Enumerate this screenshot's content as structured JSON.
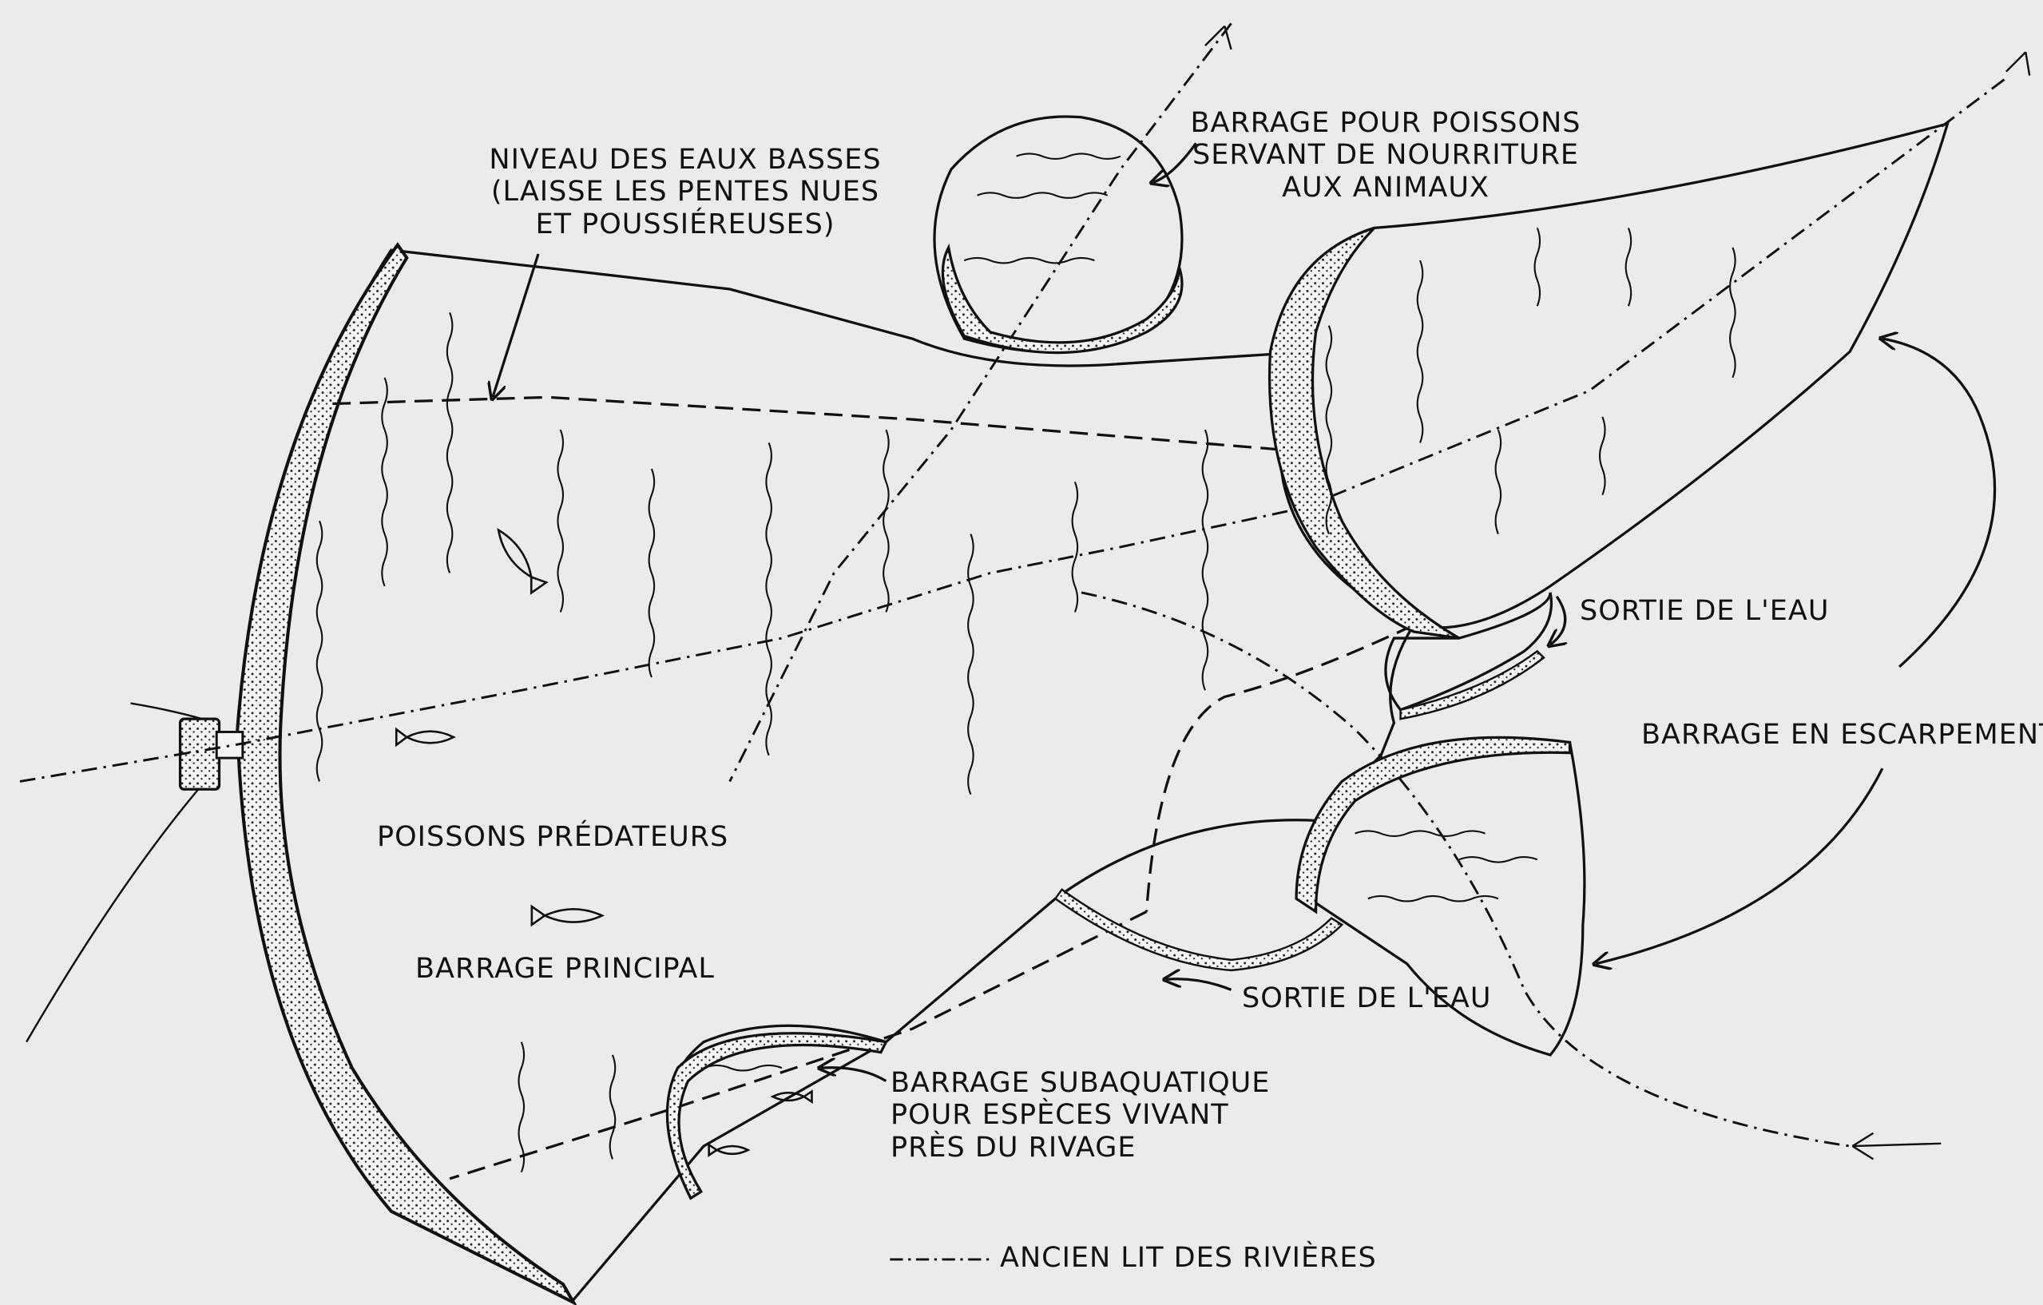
{
  "labels": {
    "low_water_line1": "NIVEAU DES EAUX BASSES",
    "low_water_line2": "(LAISSE LES PENTES NUES",
    "low_water_line3": "ET POUSSIÉREUSES)",
    "feed_dam_line1": "BARRAGE POUR POISSONS",
    "feed_dam_line2": "SERVANT DE NOURRITURE",
    "feed_dam_line3": "AUX ANIMAUX",
    "water_outlet_1": "SORTIE DE L'EAU",
    "escarpment_dam": "BARRAGE EN ESCARPEMENT",
    "predator_fish": "POISSONS PRÉDATEURS",
    "main_dam": "BARRAGE PRINCIPAL",
    "water_outlet_2": "SORTIE DE L'EAU",
    "sub_dam_line1": "BARRAGE SUBAQUATIQUE",
    "sub_dam_line2": "POUR ESPÈCES VIVANT",
    "sub_dam_line3": "PRÈS DU RIVAGE",
    "legend_old_riverbed": "ANCIEN LIT DES RIVIÈRES"
  },
  "colors": {
    "background": "#ebebeb",
    "ink": "#111111"
  }
}
